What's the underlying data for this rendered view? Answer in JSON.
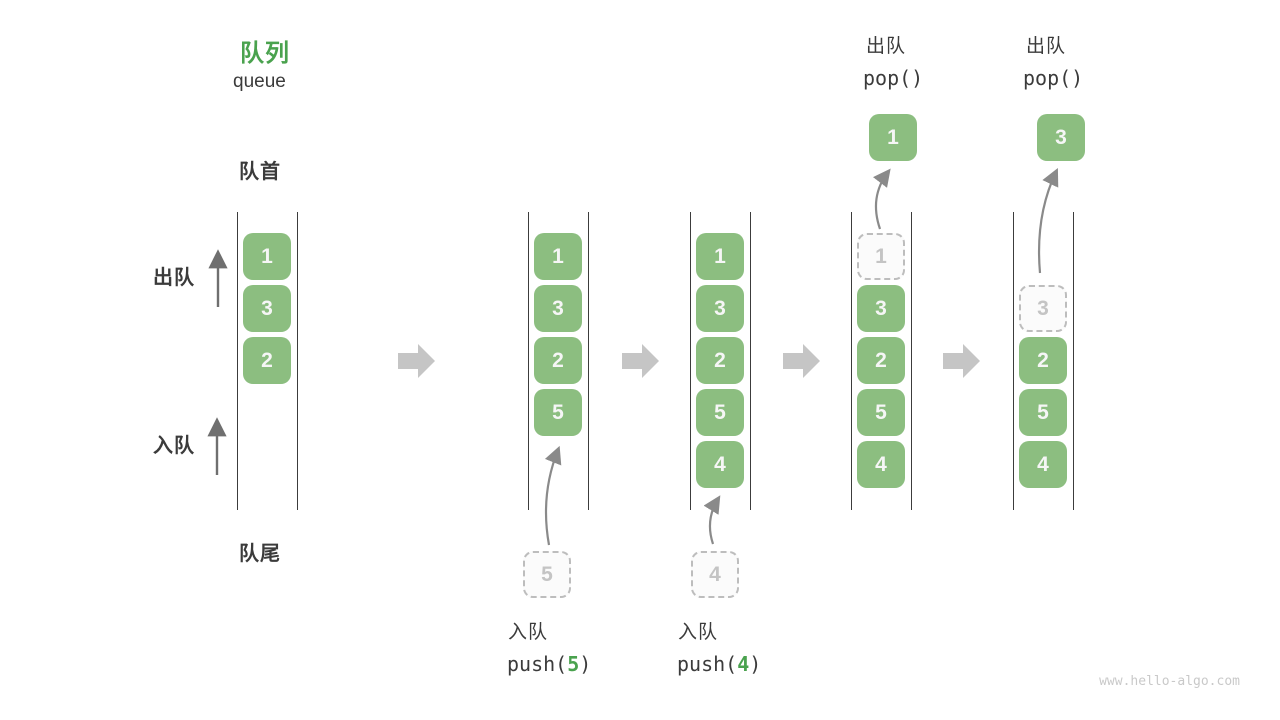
{
  "title": {
    "zh": "队列",
    "en": "queue"
  },
  "labels": {
    "front": "队首",
    "rear": "队尾",
    "dequeue_side": "出队",
    "enqueue_side": "入队"
  },
  "watermark": "www.hello-algo.com",
  "colors": {
    "green_box": "#8cbe80",
    "green_accent": "#4aa24e",
    "dark_text": "#3b3b3b",
    "line": "#3c3c3c",
    "block_arrow": "#c5c5c5",
    "dashed_border": "#bdbdbd",
    "watermark": "#c9c9c9"
  },
  "queue_states": [
    {
      "slots": [
        {
          "value": "1",
          "row": 0
        },
        {
          "value": "3",
          "row": 1
        },
        {
          "value": "2",
          "row": 2
        }
      ]
    },
    {
      "slots": [
        {
          "value": "1",
          "row": 0
        },
        {
          "value": "3",
          "row": 1
        },
        {
          "value": "2",
          "row": 2
        },
        {
          "value": "5",
          "row": 3
        }
      ],
      "pending": {
        "value": "5"
      },
      "op": {
        "position": "bottom",
        "label": "入队",
        "code_pre": "push(",
        "arg": "5",
        "code_post": ")"
      }
    },
    {
      "slots": [
        {
          "value": "1",
          "row": 0
        },
        {
          "value": "3",
          "row": 1
        },
        {
          "value": "2",
          "row": 2
        },
        {
          "value": "5",
          "row": 3
        },
        {
          "value": "4",
          "row": 4
        }
      ],
      "pending": {
        "value": "4"
      },
      "op": {
        "position": "bottom",
        "label": "入队",
        "code_pre": "push(",
        "arg": "4",
        "code_post": ")"
      }
    },
    {
      "slots": [
        {
          "value": "1",
          "row": 0,
          "dashed": true
        },
        {
          "value": "3",
          "row": 1
        },
        {
          "value": "2",
          "row": 2
        },
        {
          "value": "5",
          "row": 3
        },
        {
          "value": "4",
          "row": 4
        }
      ],
      "popped": {
        "value": "1"
      },
      "op": {
        "position": "top",
        "label": "出队",
        "code": "pop()"
      }
    },
    {
      "slots": [
        {
          "value": "3",
          "row": 1,
          "dashed": true
        },
        {
          "value": "2",
          "row": 2
        },
        {
          "value": "5",
          "row": 3
        },
        {
          "value": "4",
          "row": 4
        }
      ],
      "popped": {
        "value": "3"
      },
      "op": {
        "position": "top",
        "label": "出队",
        "code": "pop()"
      }
    }
  ]
}
